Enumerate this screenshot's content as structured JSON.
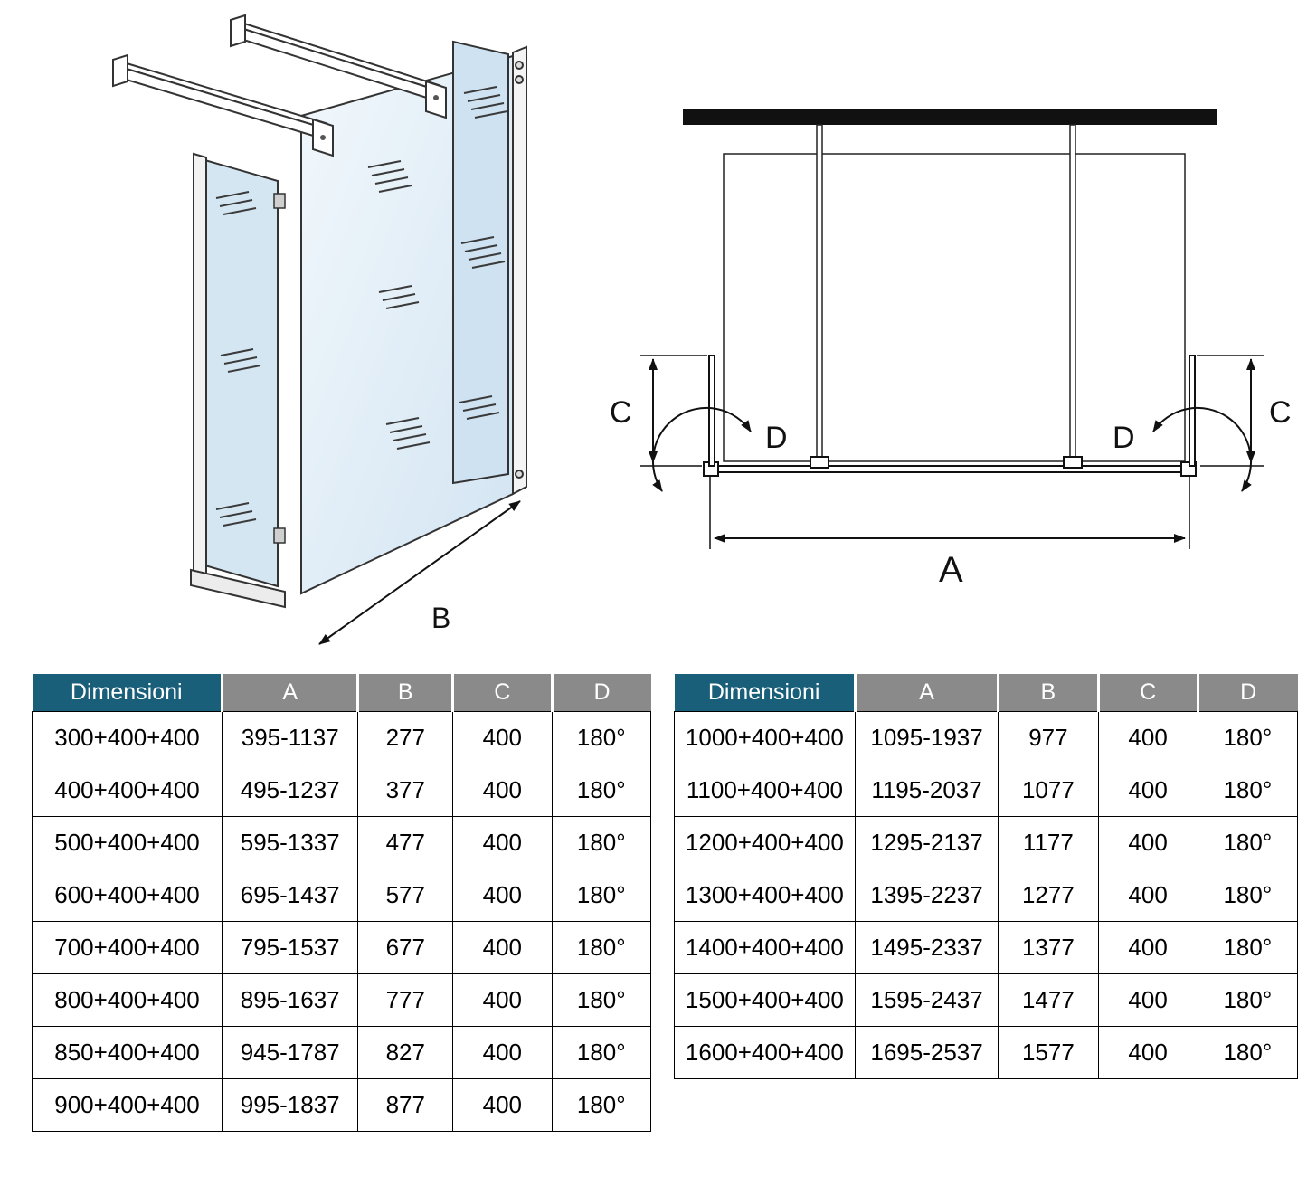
{
  "colors": {
    "header_primary": "#1a5f7a",
    "header_secondary": "#8a8a8a",
    "header_text": "#ffffff",
    "glass_light": "#f2f8fc",
    "glass_dark": "#d2e4f2",
    "line": "#111111"
  },
  "diagram_iso": {
    "depth_label": "B"
  },
  "diagram_plan": {
    "width_label": "A",
    "return_label_left": "C",
    "return_label_right": "C",
    "swing_label_left": "D",
    "swing_label_right": "D"
  },
  "tables": [
    {
      "headers": [
        "Dimensioni",
        "A",
        "B",
        "C",
        "D"
      ],
      "rows": [
        [
          "300+400+400",
          "395-1137",
          "277",
          "400",
          "180°"
        ],
        [
          "400+400+400",
          "495-1237",
          "377",
          "400",
          "180°"
        ],
        [
          "500+400+400",
          "595-1337",
          "477",
          "400",
          "180°"
        ],
        [
          "600+400+400",
          "695-1437",
          "577",
          "400",
          "180°"
        ],
        [
          "700+400+400",
          "795-1537",
          "677",
          "400",
          "180°"
        ],
        [
          "800+400+400",
          "895-1637",
          "777",
          "400",
          "180°"
        ],
        [
          "850+400+400",
          "945-1787",
          "827",
          "400",
          "180°"
        ],
        [
          "900+400+400",
          "995-1837",
          "877",
          "400",
          "180°"
        ]
      ]
    },
    {
      "headers": [
        "Dimensioni",
        "A",
        "B",
        "C",
        "D"
      ],
      "rows": [
        [
          "1000+400+400",
          "1095-1937",
          "977",
          "400",
          "180°"
        ],
        [
          "1100+400+400",
          "1195-2037",
          "1077",
          "400",
          "180°"
        ],
        [
          "1200+400+400",
          "1295-2137",
          "1177",
          "400",
          "180°"
        ],
        [
          "1300+400+400",
          "1395-2237",
          "1277",
          "400",
          "180°"
        ],
        [
          "1400+400+400",
          "1495-2337",
          "1377",
          "400",
          "180°"
        ],
        [
          "1500+400+400",
          "1595-2437",
          "1477",
          "400",
          "180°"
        ],
        [
          "1600+400+400",
          "1695-2537",
          "1577",
          "400",
          "180°"
        ]
      ]
    }
  ]
}
